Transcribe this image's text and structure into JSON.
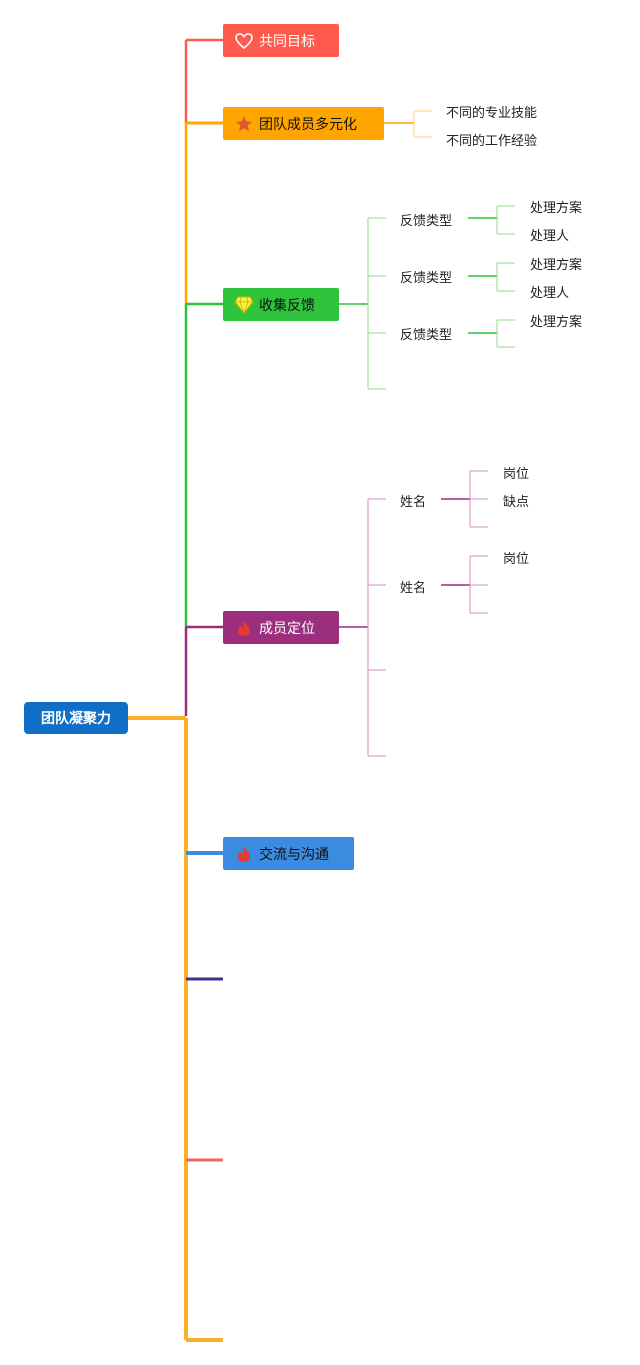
{
  "colors": {
    "root": "#0f6fc6",
    "trunk": "#fbb02a",
    "goal": "#ff5b4d",
    "diversity": "#ffa500",
    "feedback": "#2dc33a",
    "position": "#9b2f7d",
    "communication": "#3b8ce0",
    "empty1": "#4a2c8a",
    "empty2": "#f26659"
  },
  "root": {
    "label": "团队凝聚力"
  },
  "branches": {
    "goal": {
      "label": "共同目标",
      "icon": "heart-icon"
    },
    "diversity": {
      "label": "团队成员多元化",
      "icon": "star-icon",
      "children": [
        "不同的专业技能",
        "不同的工作经验"
      ]
    },
    "feedback": {
      "label": "收集反馈",
      "icon": "diamond-icon",
      "groups": [
        {
          "label": "反馈类型",
          "children": [
            "处理方案",
            "处理人"
          ]
        },
        {
          "label": "反馈类型",
          "children": [
            "处理方案",
            "处理人"
          ]
        },
        {
          "label": "反馈类型",
          "children": [
            "处理方案"
          ]
        }
      ]
    },
    "position": {
      "label": "成员定位",
      "icon": "flame-icon",
      "groups": [
        {
          "label": "姓名",
          "children": [
            "岗位",
            "缺点"
          ]
        },
        {
          "label": "姓名",
          "children": [
            "岗位"
          ]
        }
      ]
    },
    "communication": {
      "label": "交流与沟通",
      "icon": "flame-icon"
    }
  }
}
